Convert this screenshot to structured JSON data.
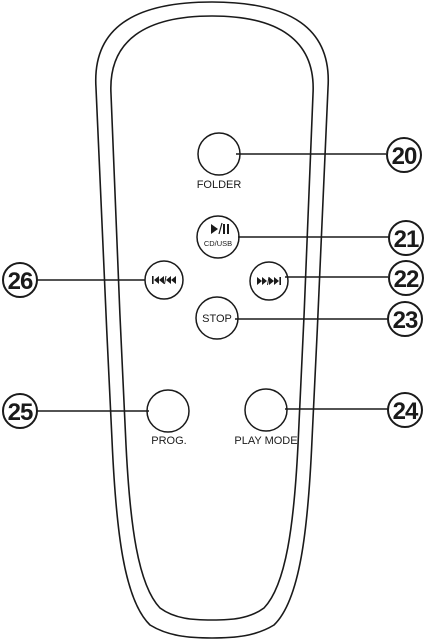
{
  "buttons": {
    "folder": {
      "label": "FOLDER"
    },
    "play_pause": {
      "symbol": "▶/II",
      "label": "CD/USB"
    },
    "skip_back": {
      "symbol": "I◀◀/◀◀"
    },
    "skip_forward": {
      "symbol": "▶▶/▶▶I"
    },
    "stop": {
      "label": "STOP"
    },
    "program": {
      "label": "PROG."
    },
    "play_mode": {
      "label": "PLAY MODE"
    }
  },
  "callouts": {
    "folder": "20",
    "play_pause": "21",
    "skip_forward": "22",
    "stop": "23",
    "play_mode": "24",
    "program": "25",
    "skip_back": "26"
  },
  "colors": {
    "ink": "#1a1a1a",
    "paper": "#ffffff"
  }
}
